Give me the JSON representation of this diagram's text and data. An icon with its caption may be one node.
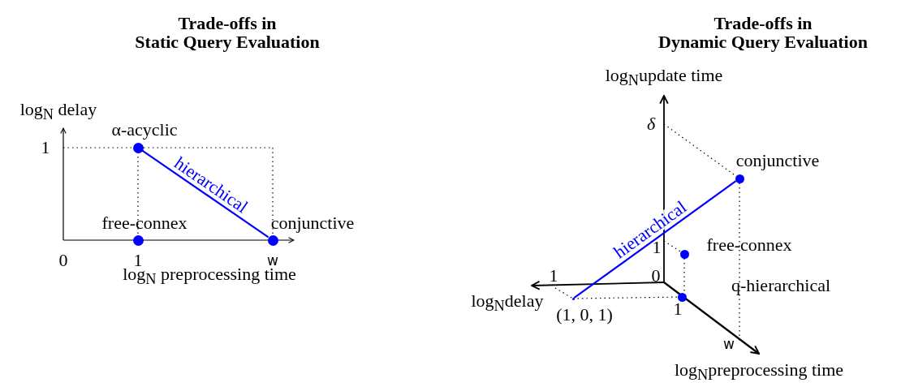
{
  "diagram": {
    "nodes": [
      {
        "text": [],
        "shape": "circle",
        "beside": [
          "α-acyclic"
        ]
      },
      {
        "text": [],
        "shape": "circle",
        "beside": [
          "free-connex"
        ]
      },
      {
        "text": [],
        "shape": "circle",
        "beside": [
          "conjunctive"
        ]
      },
      {
        "text": [],
        "shape": "circle",
        "beside": [
          "conjunctive"
        ]
      },
      {
        "text": [],
        "shape": "circle",
        "beside": [
          "free-connex"
        ]
      },
      {
        "text": [],
        "shape": "circle",
        "beside": [
          "q-hierarchical"
        ]
      },
      {
        "text": [],
        "shape": "point",
        "beside": [
          "(1, 0, 1)"
        ]
      }
    ],
    "edges": [
      {
        "from": 0,
        "to": 2,
        "arrow": "none",
        "label": "hierarchical",
        "color": "#0000ff"
      },
      {
        "from": 6,
        "to": 3,
        "arrow": "none",
        "label": "hierarchical",
        "color": "#0000ff"
      }
    ],
    "labels": [
      "Trade-offs in Static Query Evaluation",
      "Trade-offs in Dynamic Query Evaluation",
      "log$_{N}$ delay",
      "1",
      "0",
      "1",
      "w",
      "log$_{N}$ preprocessing time",
      "log$_{N}$update time",
      "δ",
      "1",
      "log$_{N}$delay",
      "1",
      "0",
      "1",
      "w",
      "log$_{N}$preprocessing time"
    ]
  }
}
